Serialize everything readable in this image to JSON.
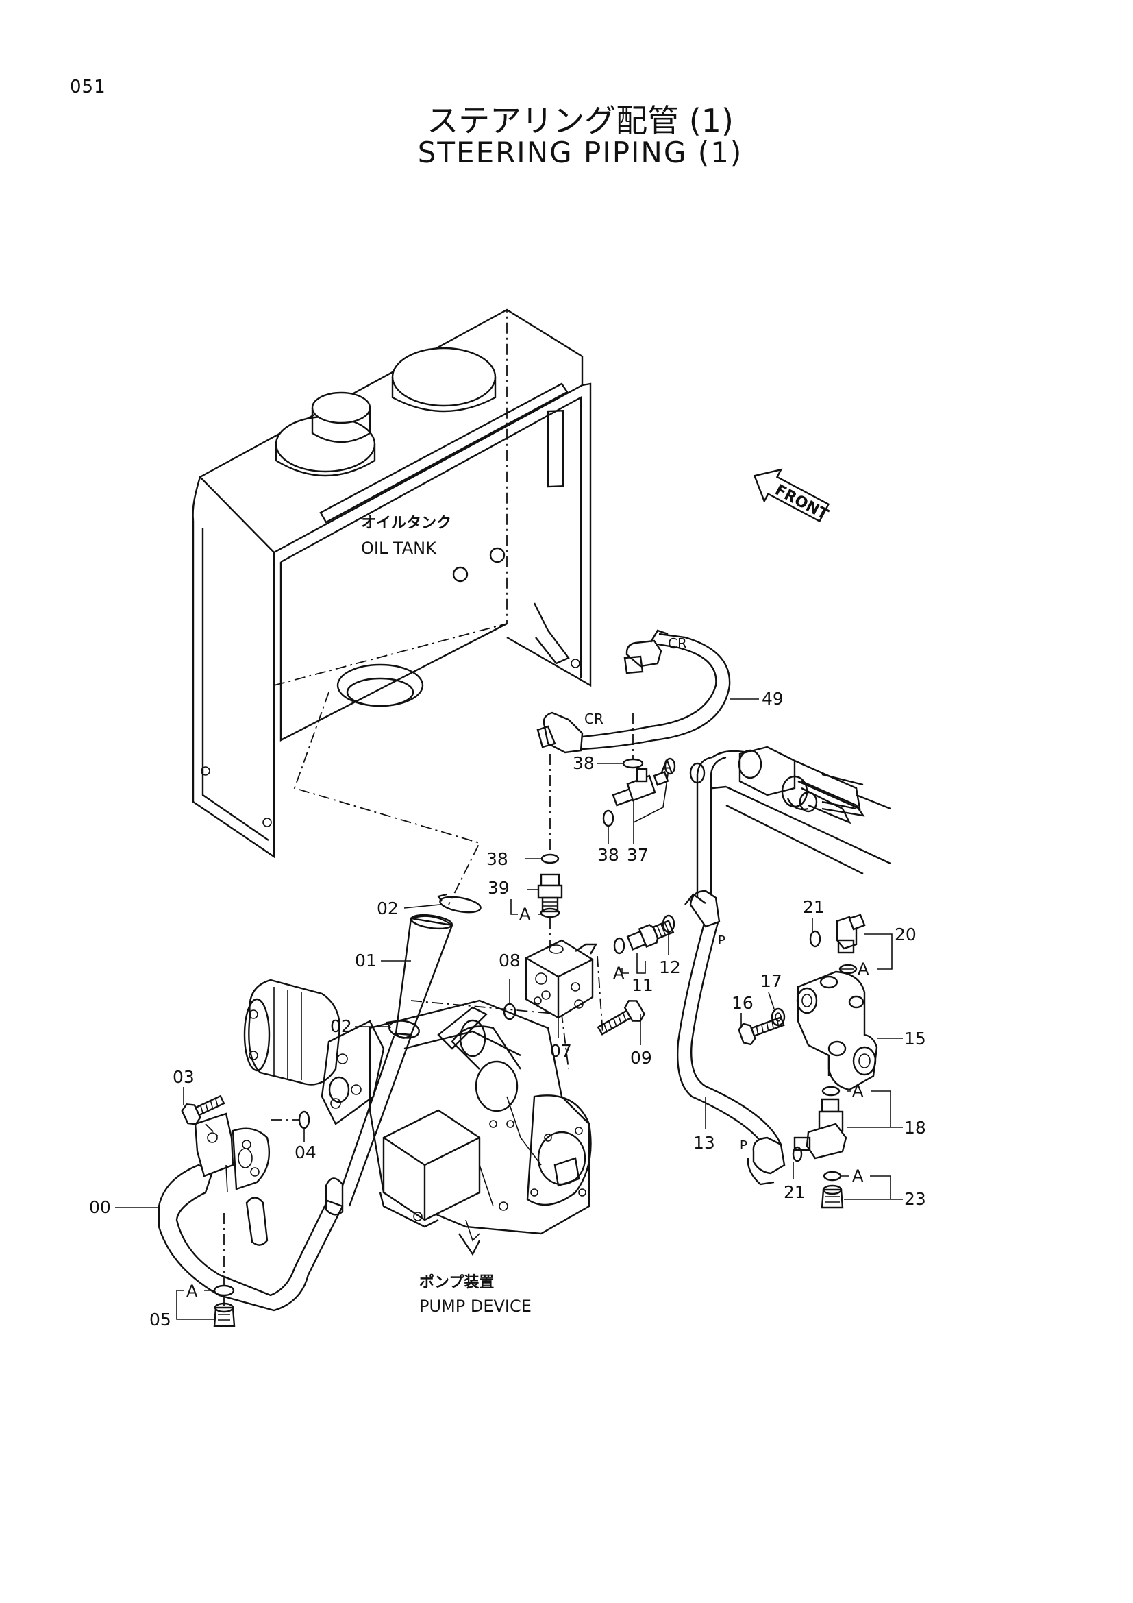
{
  "page_number": "051",
  "title_jp": "ステアリング配管 (1)",
  "title_en": "STEERING PIPING (1)",
  "labels": {
    "oil_tank_jp": "オイルタンク",
    "oil_tank_en": "OIL TANK",
    "pump_device_jp": "ポンプ装置",
    "pump_device_en": "PUMP DEVICE",
    "front": "FRONT",
    "cr": "CR",
    "p": "P",
    "a": "A"
  },
  "part_numbers": [
    "00",
    "01",
    "02",
    "03",
    "04",
    "05",
    "07",
    "08",
    "09",
    "11",
    "12",
    "13",
    "15",
    "16",
    "17",
    "18",
    "20",
    "21",
    "23",
    "37",
    "38",
    "39",
    "49"
  ]
}
